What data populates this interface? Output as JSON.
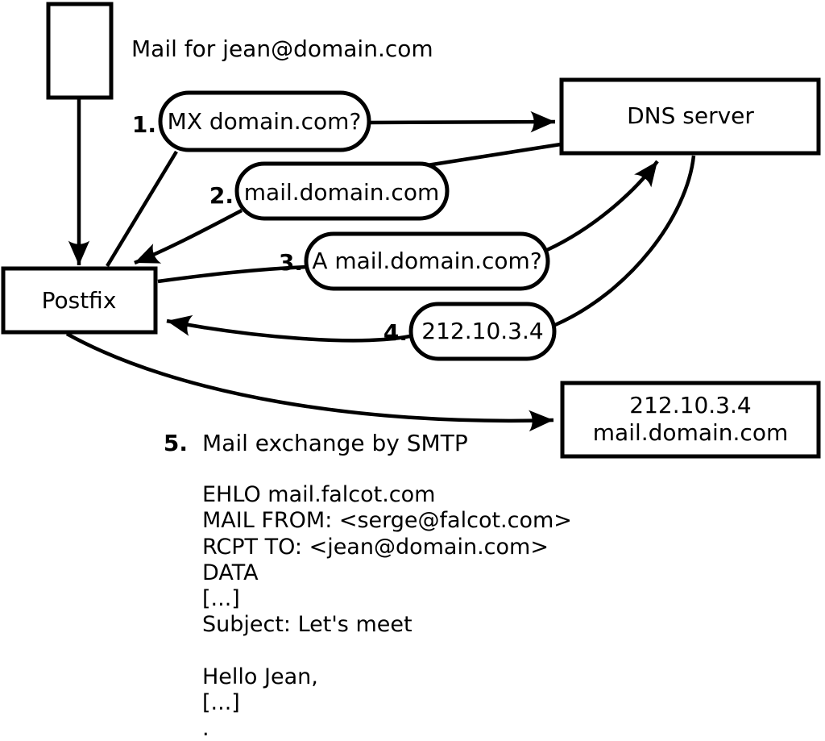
{
  "diagram": {
    "ink": "#000000",
    "paper": "#ffffff",
    "note": "Mail for jean@domain.com",
    "nodes": {
      "postfix": "Postfix",
      "dns_server": "DNS server",
      "mail_server": {
        "line1": "212.10.3.4",
        "line2": "mail.domain.com"
      }
    },
    "steps": [
      {
        "n": "1.",
        "label": "MX domain.com?"
      },
      {
        "n": "2.",
        "label": "mail.domain.com"
      },
      {
        "n": "3.",
        "label": "A mail.domain.com?"
      },
      {
        "n": "4.",
        "label": "212.10.3.4"
      },
      {
        "n": "5.",
        "label": "Mail exchange by SMTP"
      }
    ],
    "smtp_session": [
      "EHLO mail.falcot.com",
      "MAIL FROM: <serge@falcot.com>",
      "RCPT TO: <jean@domain.com>",
      "DATA",
      "[...]",
      "Subject: Let's meet",
      "",
      "Hello Jean,",
      "[...]",
      "."
    ]
  }
}
